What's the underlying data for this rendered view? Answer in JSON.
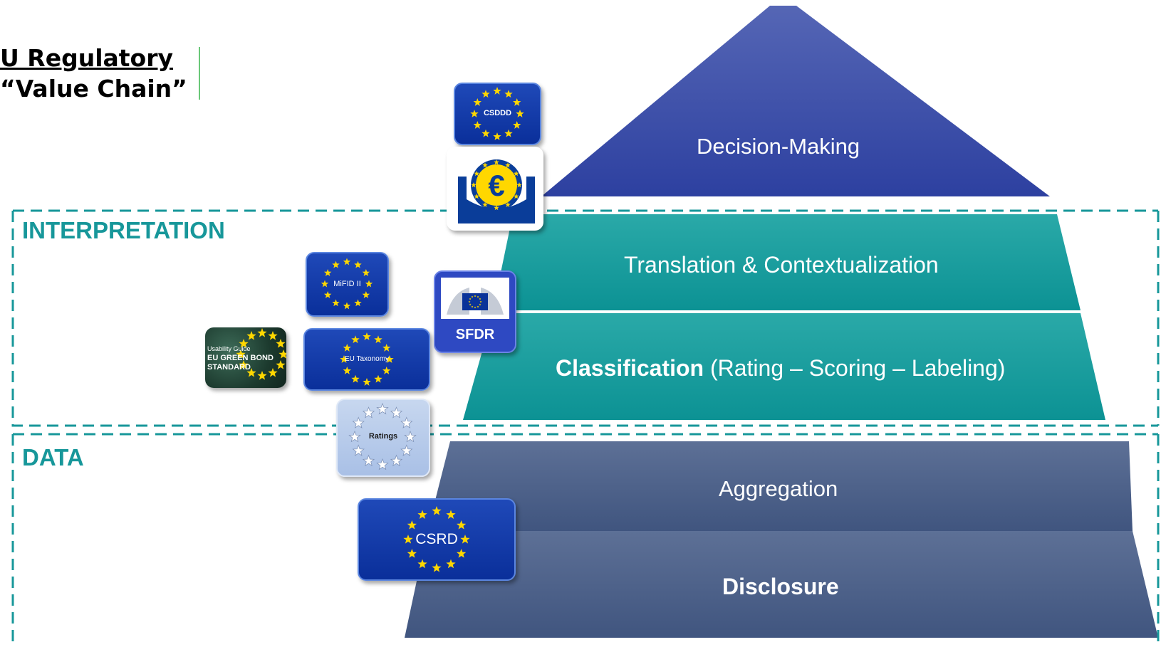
{
  "title": {
    "line1": "U Regulatory",
    "line2": "“Value Chain”"
  },
  "sections": {
    "interpretation": "INTERPRETATION",
    "data": "DATA"
  },
  "pyramid": {
    "decision_making": "Decision-Making",
    "translation": "Translation & Contextualization",
    "classification_bold": "Classification",
    "classification_rest": " (Rating – Scoring – Labeling)",
    "aggregation": "Aggregation",
    "disclosure": "Disclosure"
  },
  "badges": {
    "csddd": "CSDDD",
    "sfdr": "SFDR",
    "mifid": "MiFID II",
    "taxonomy": "EU Taxonomy",
    "green_bond_line1": "Usability Guide",
    "green_bond_line2": "EU GREEN BOND",
    "green_bond_line3": "STANDARD",
    "ratings": "Ratings",
    "csrd": "CSRD"
  },
  "colors": {
    "navy": "#3a4da3",
    "teal": "#129a9a",
    "slate": "#4a5f8a",
    "section_text": "#17979a",
    "flag_blue": "#0a2f9a",
    "star_yellow": "#ffd700"
  }
}
